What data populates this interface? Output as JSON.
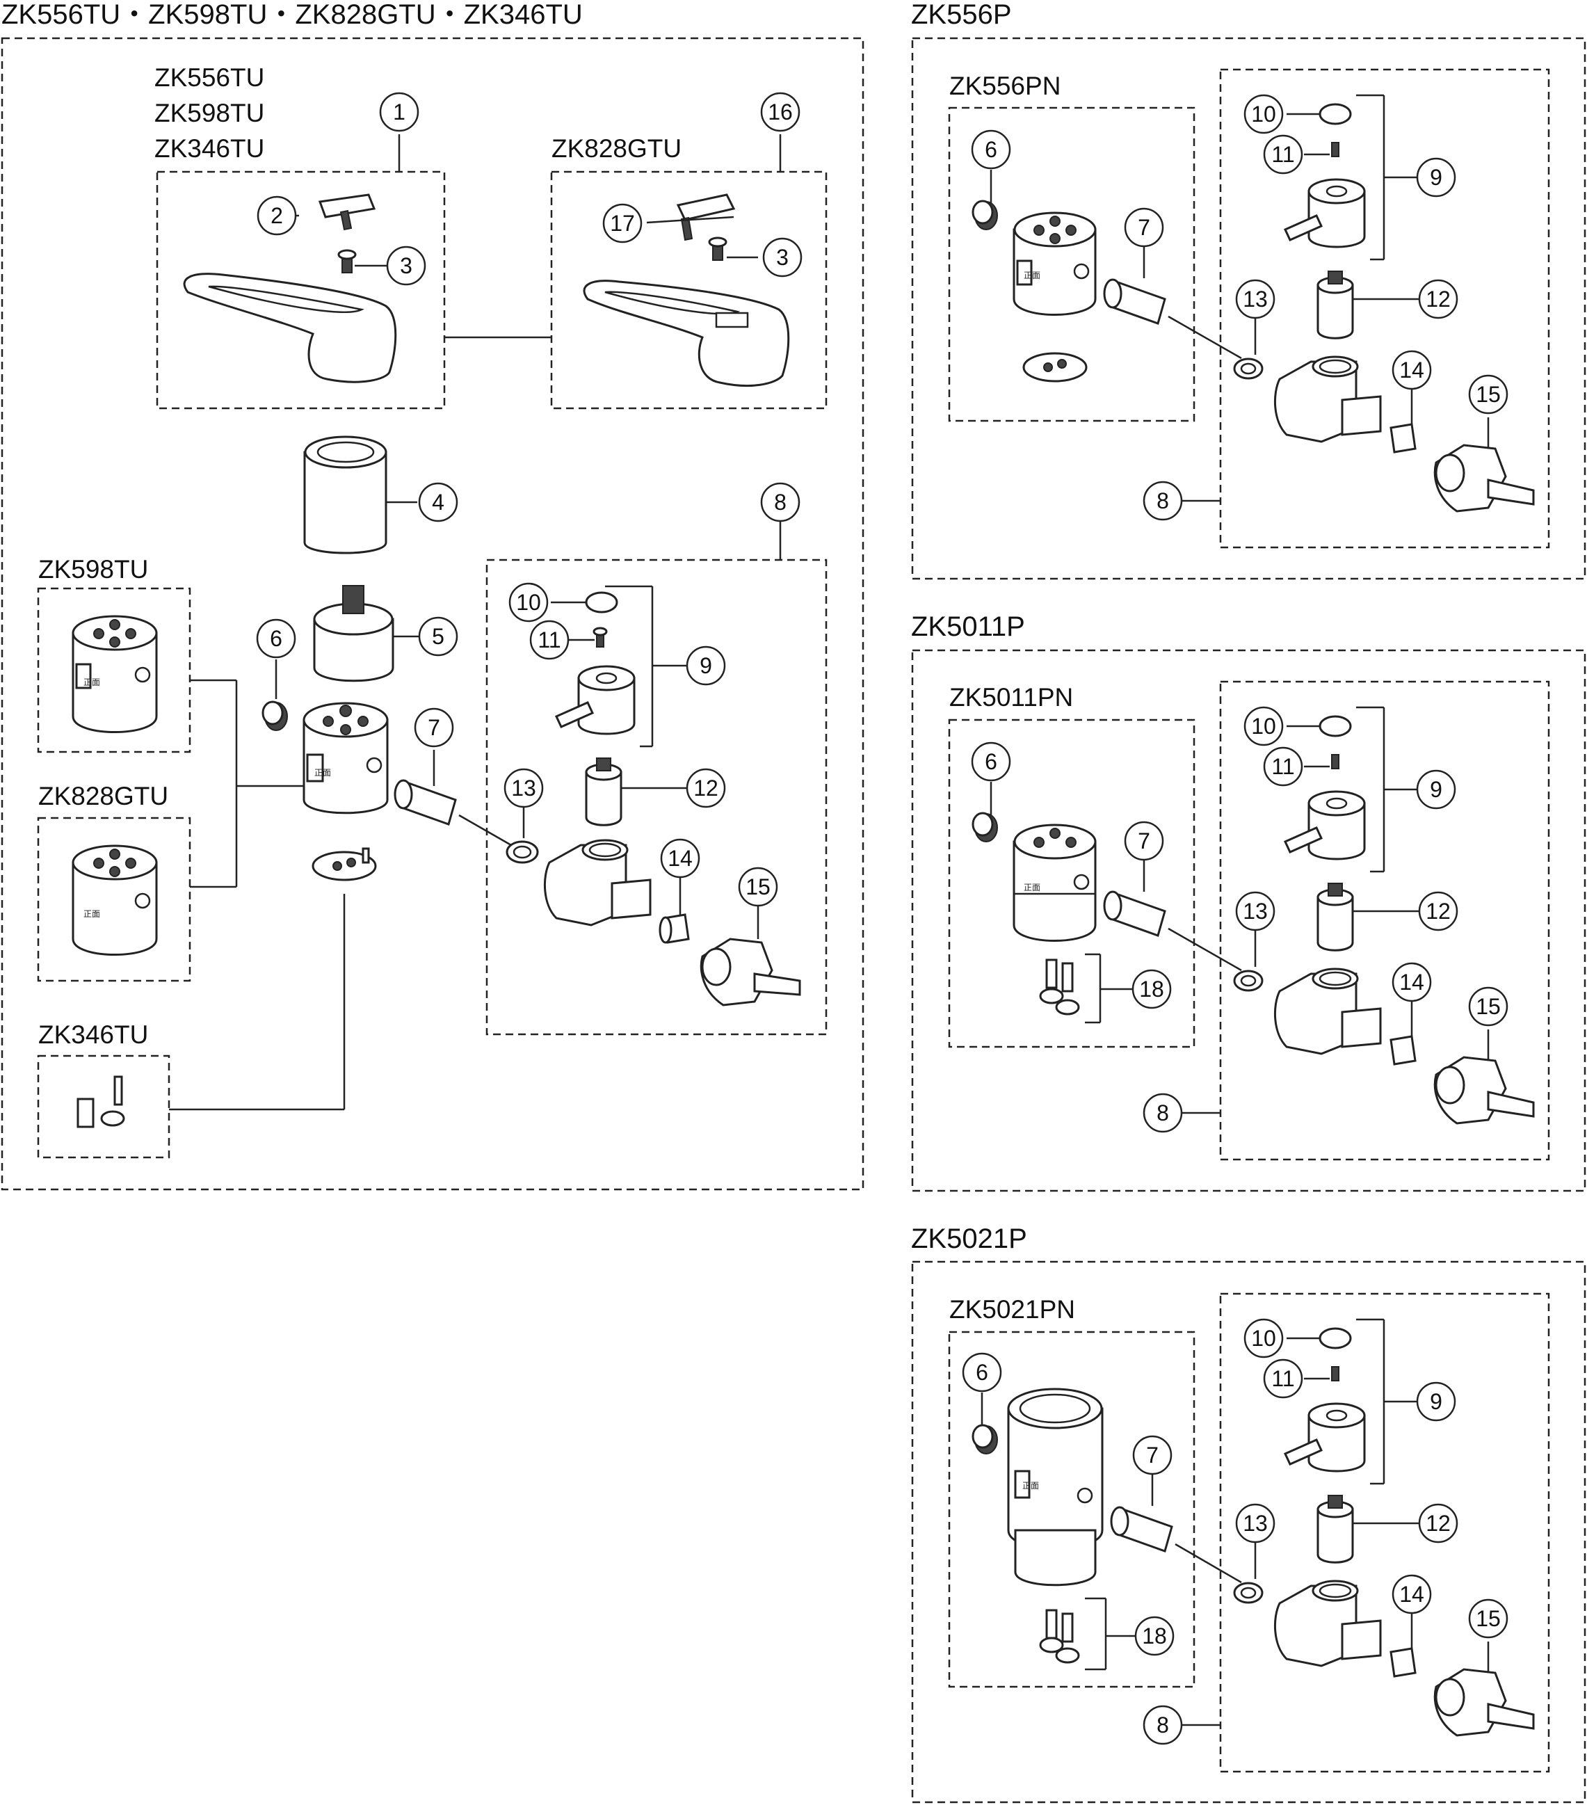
{
  "panels": {
    "main": {
      "title": "ZK556TU・ZK598TU・ZK828GTU・ZK346TU",
      "handle_left_models": [
        "ZK556TU",
        "ZK598TU",
        "ZK346TU"
      ],
      "handle_right_model": "ZK828GTU",
      "body_variant_a": "ZK598TU",
      "body_variant_b": "ZK828GTU",
      "body_variant_c": "ZK346TU"
    },
    "zk556p": {
      "title": "ZK556P",
      "subtitle": "ZK556PN"
    },
    "zk5011p": {
      "title": "ZK5011P",
      "subtitle": "ZK5011PN"
    },
    "zk5021p": {
      "title": "ZK5021P",
      "subtitle": "ZK5021PN"
    }
  },
  "part_numbers": [
    "1",
    "2",
    "3",
    "4",
    "5",
    "6",
    "7",
    "8",
    "9",
    "10",
    "11",
    "12",
    "13",
    "14",
    "15",
    "16",
    "17",
    "18"
  ],
  "body_marking": "正面",
  "colors": {
    "line": "#222222",
    "background": "#ffffff"
  }
}
